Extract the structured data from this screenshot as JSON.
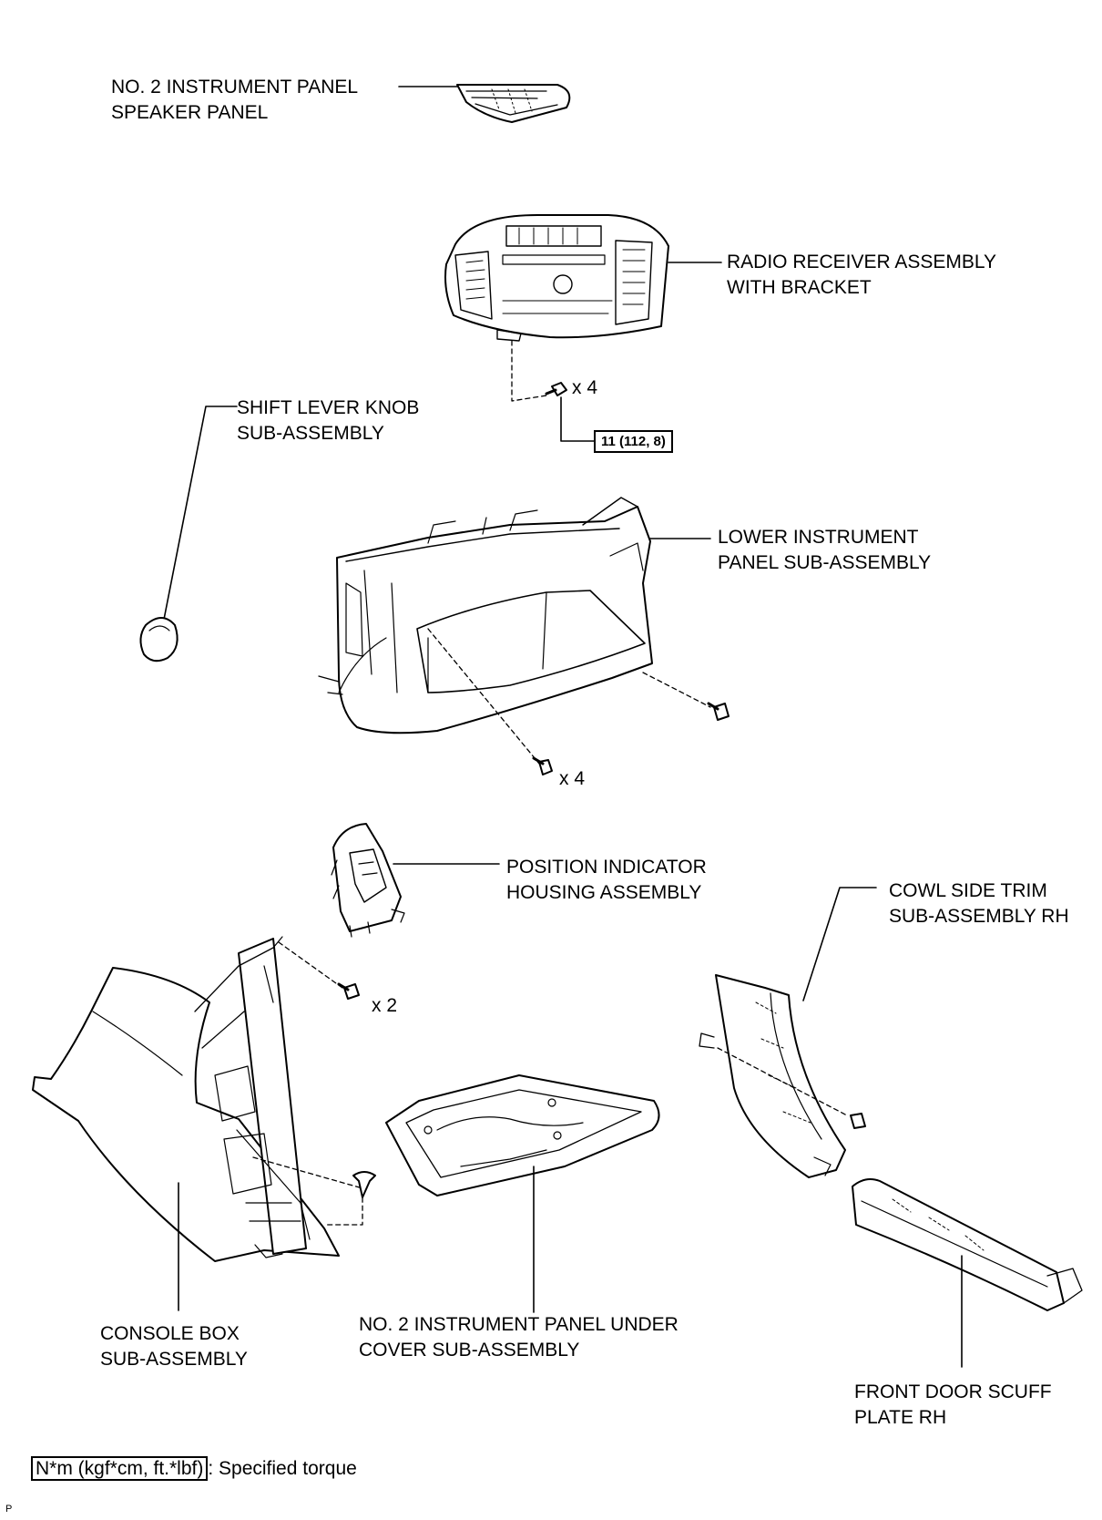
{
  "labels": {
    "speaker_panel": [
      "NO. 2 INSTRUMENT PANEL",
      "SPEAKER PANEL"
    ],
    "radio_receiver": [
      "RADIO RECEIVER ASSEMBLY",
      "WITH BRACKET"
    ],
    "shift_knob": [
      "SHIFT LEVER KNOB",
      "SUB-ASSEMBLY"
    ],
    "lower_panel": [
      "LOWER INSTRUMENT",
      "PANEL SUB-ASSEMBLY"
    ],
    "position_indicator": [
      "POSITION INDICATOR",
      "HOUSING ASSEMBLY"
    ],
    "cowl_trim": [
      "COWL SIDE TRIM",
      "SUB-ASSEMBLY RH"
    ],
    "console_box": [
      "CONSOLE BOX",
      "SUB-ASSEMBLY"
    ],
    "under_cover": [
      "NO. 2 INSTRUMENT PANEL UNDER",
      "COVER SUB-ASSEMBLY"
    ],
    "scuff_plate": [
      "FRONT DOOR SCUFF",
      "PLATE RH"
    ]
  },
  "quantities": {
    "radio_screws": "x 4",
    "lower_panel_screws": "x 4",
    "console_screws": "x 2"
  },
  "torque": "11 (112, 8)",
  "legend": {
    "box": "N*m (kgf*cm, ft.*lbf)",
    "text": ": Specified torque"
  },
  "code": "P"
}
